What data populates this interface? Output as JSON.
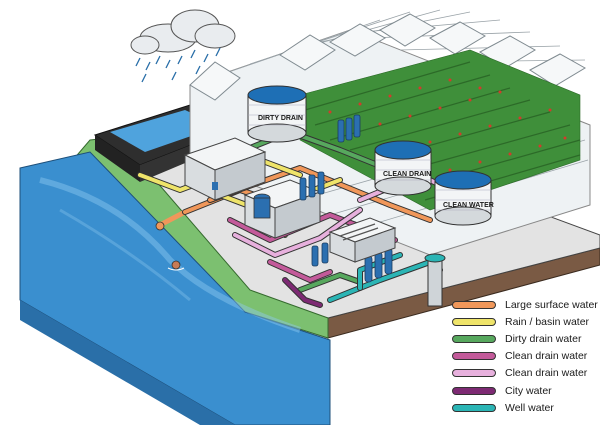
{
  "tanks": {
    "dirty_drain": "DIRTY DRAIN",
    "clean_drain": "CLEAN DRAIN",
    "clean_water": "CLEAN WATER"
  },
  "legend": [
    {
      "label": "Large surface water",
      "color": "#f0975a"
    },
    {
      "label": "Rain / basin water",
      "color": "#efe46a"
    },
    {
      "label": "Dirty drain water",
      "color": "#57a85e"
    },
    {
      "label": "Clean drain water",
      "color": "#c35a9a"
    },
    {
      "label": "Clean drain water",
      "color": "#e7b0dd"
    },
    {
      "label": "City water",
      "color": "#7d2a73"
    },
    {
      "label": "Well water",
      "color": "#2bb5b5"
    }
  ],
  "colors": {
    "lake": "#3a8fcf",
    "lake_light": "#8fc9ef",
    "grass": "#7cc070",
    "concrete": "#e3e3e3",
    "soil": "#7a5a44",
    "greenhouse_glass": "#eef2f4",
    "plants": "#3f8f3a",
    "tank_water": "#1e6fb5"
  }
}
